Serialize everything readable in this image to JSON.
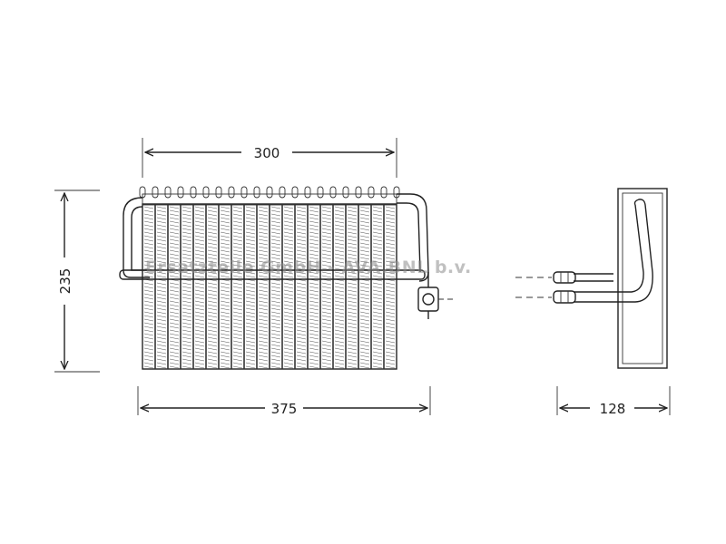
{
  "dimensions": {
    "top_width": "300",
    "height": "235",
    "bottom_width": "375",
    "depth": "128"
  },
  "watermark": {
    "text": "Ersatzteile GmbH - AVA.BNL b.v."
  },
  "colors": {
    "line": "#222222",
    "watermark": "#8c8c8c",
    "background": "#ffffff"
  }
}
